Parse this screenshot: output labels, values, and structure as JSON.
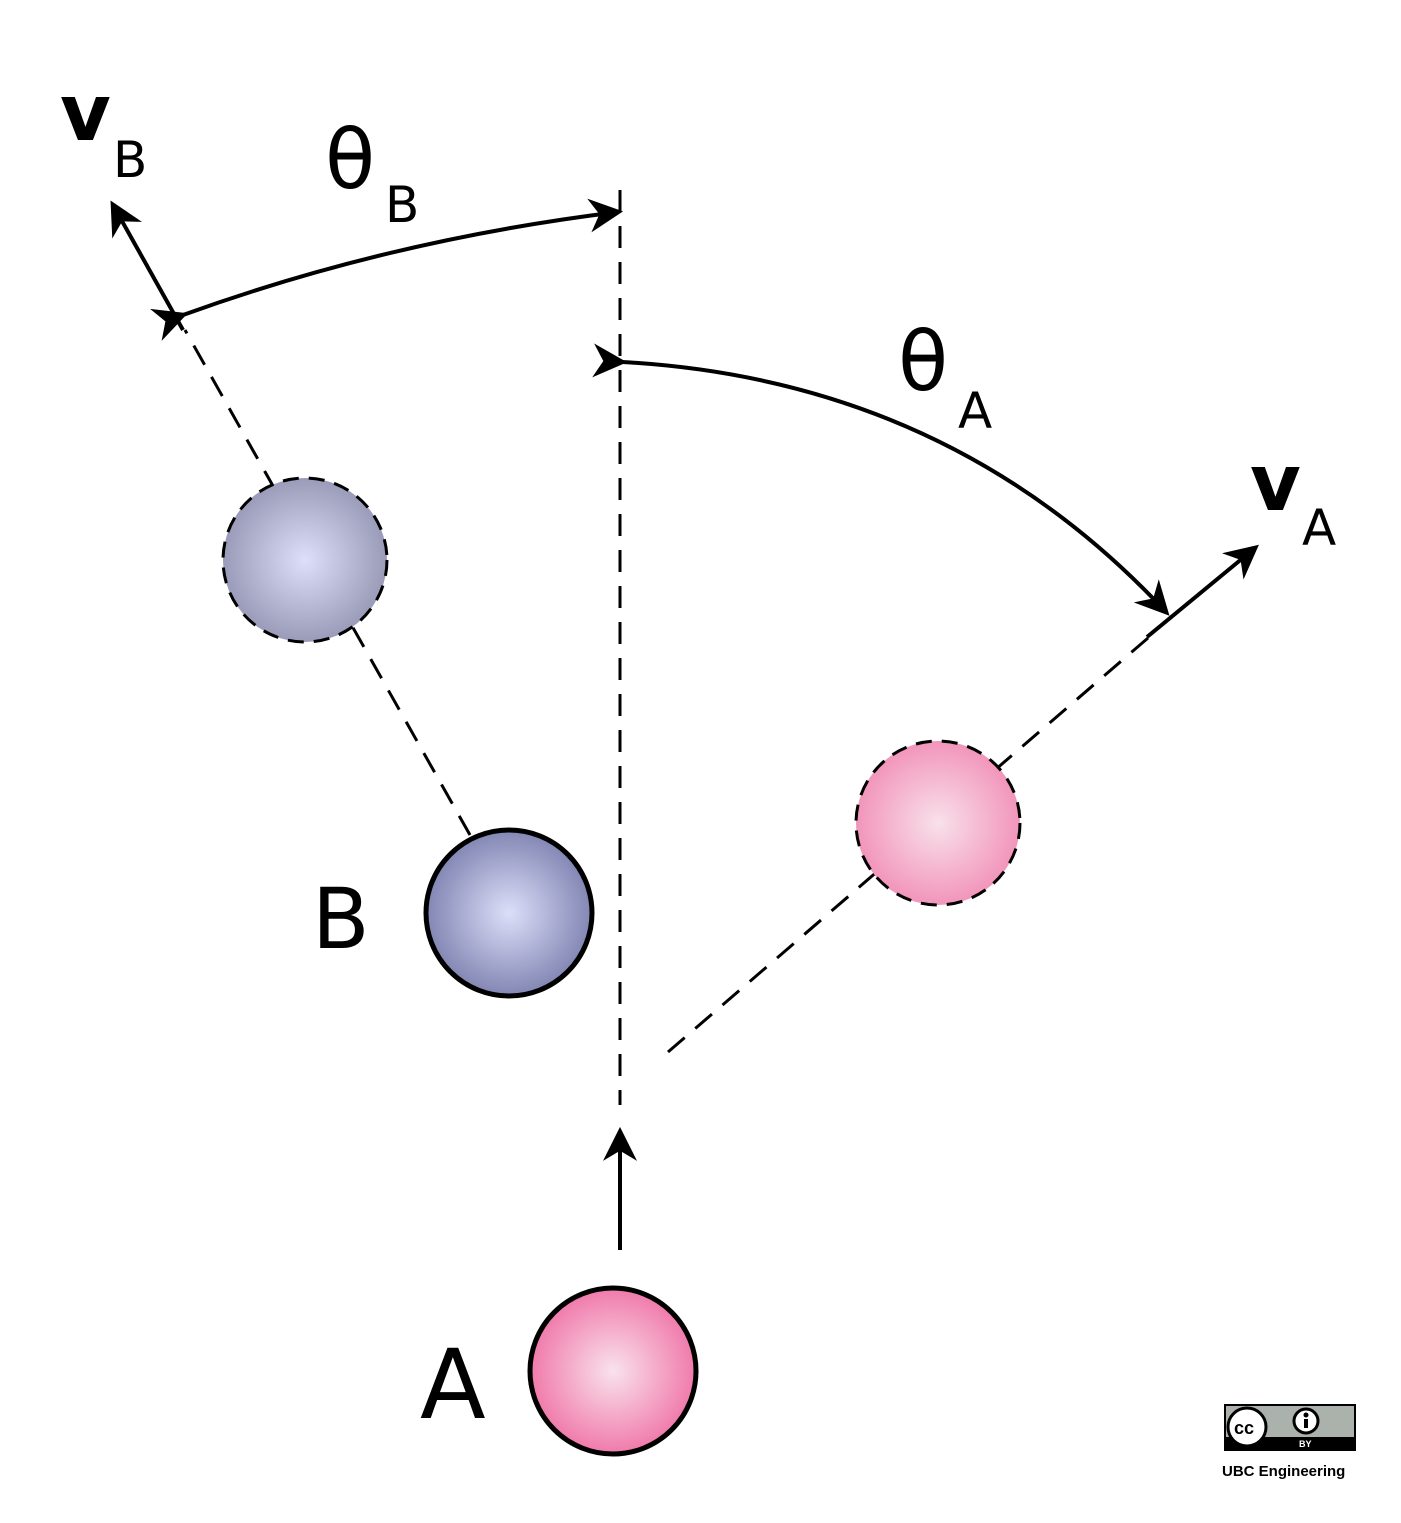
{
  "labels": {
    "vb_main": "v",
    "vb_sub": "B",
    "theta_b_main": "θ",
    "theta_b_sub": "B",
    "theta_a_main": "θ",
    "theta_a_sub": "A",
    "va_main": "v",
    "va_sub": "A",
    "ball_b": "B",
    "ball_a": "A"
  },
  "license": {
    "cc": "cc",
    "by": "BY",
    "credit": "UBC Engineering"
  },
  "colors": {
    "pink_center": "#f7dbe6",
    "pink_edge": "#f07aab",
    "blue_center": "#d9dcf7",
    "blue_edge": "#8286b3",
    "gray_center": "#dcdcf5",
    "gray_edge": "#9a9bb8",
    "badge_gray": "#aab2ab"
  }
}
